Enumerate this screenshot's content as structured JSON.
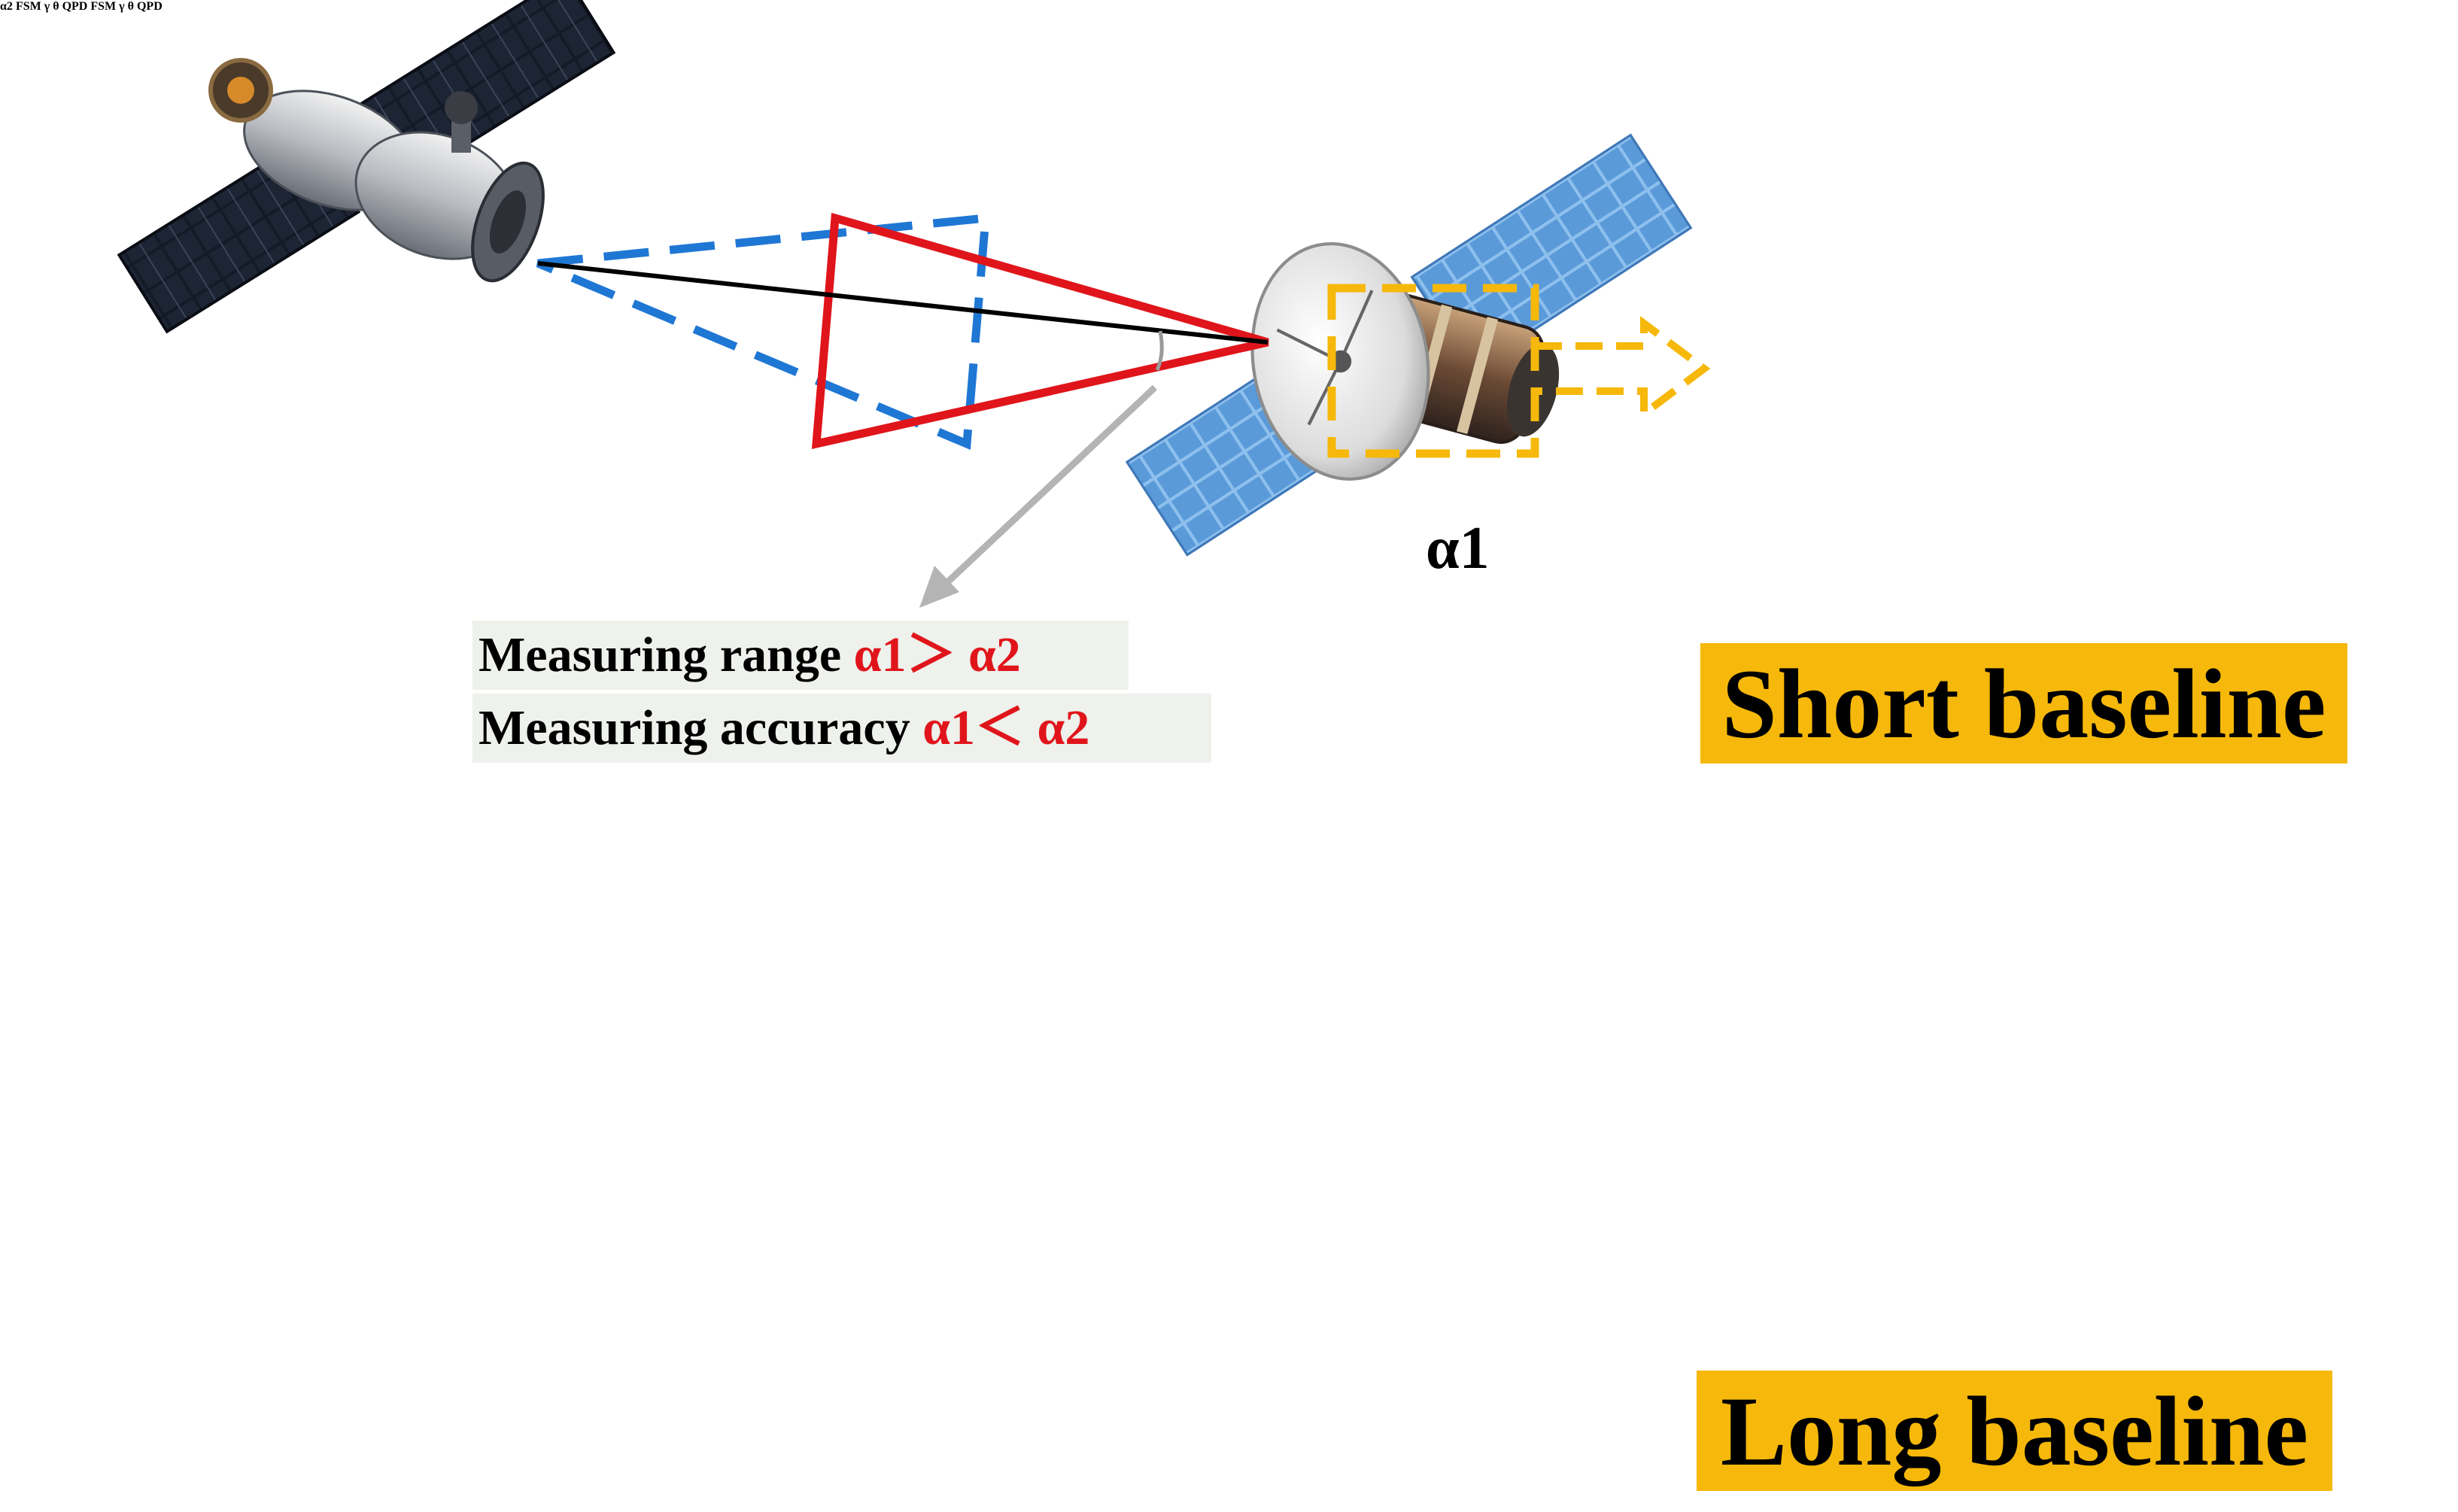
{
  "labels": {
    "alpha1": "α1",
    "alpha2": "α2",
    "fsm_top": "FSM",
    "fsm_bottom": "FSM",
    "qpd_top": "QPD",
    "qpd_bottom": "QPD",
    "gamma_top": "γ",
    "gamma_bottom": "γ",
    "theta_top": "θ",
    "theta_bottom": "θ"
  },
  "measurement": {
    "range_label": "Measuring range",
    "range_relation": "α1＞ α2",
    "accuracy_label": "Measuring accuracy",
    "accuracy_relation": "α1＜ α2"
  },
  "badges": {
    "short": "Short baseline",
    "long": "Long baseline"
  },
  "colors": {
    "red": "#e0151b",
    "blue": "#1f77d4",
    "yellow": "#f6b80a",
    "green": "#2ea043",
    "gray": "#b4b4b4"
  },
  "icons": [
    "space-station-icon",
    "satellite-dish-icon",
    "fast-steering-mirror-icon",
    "rotation-arrow-icon"
  ]
}
